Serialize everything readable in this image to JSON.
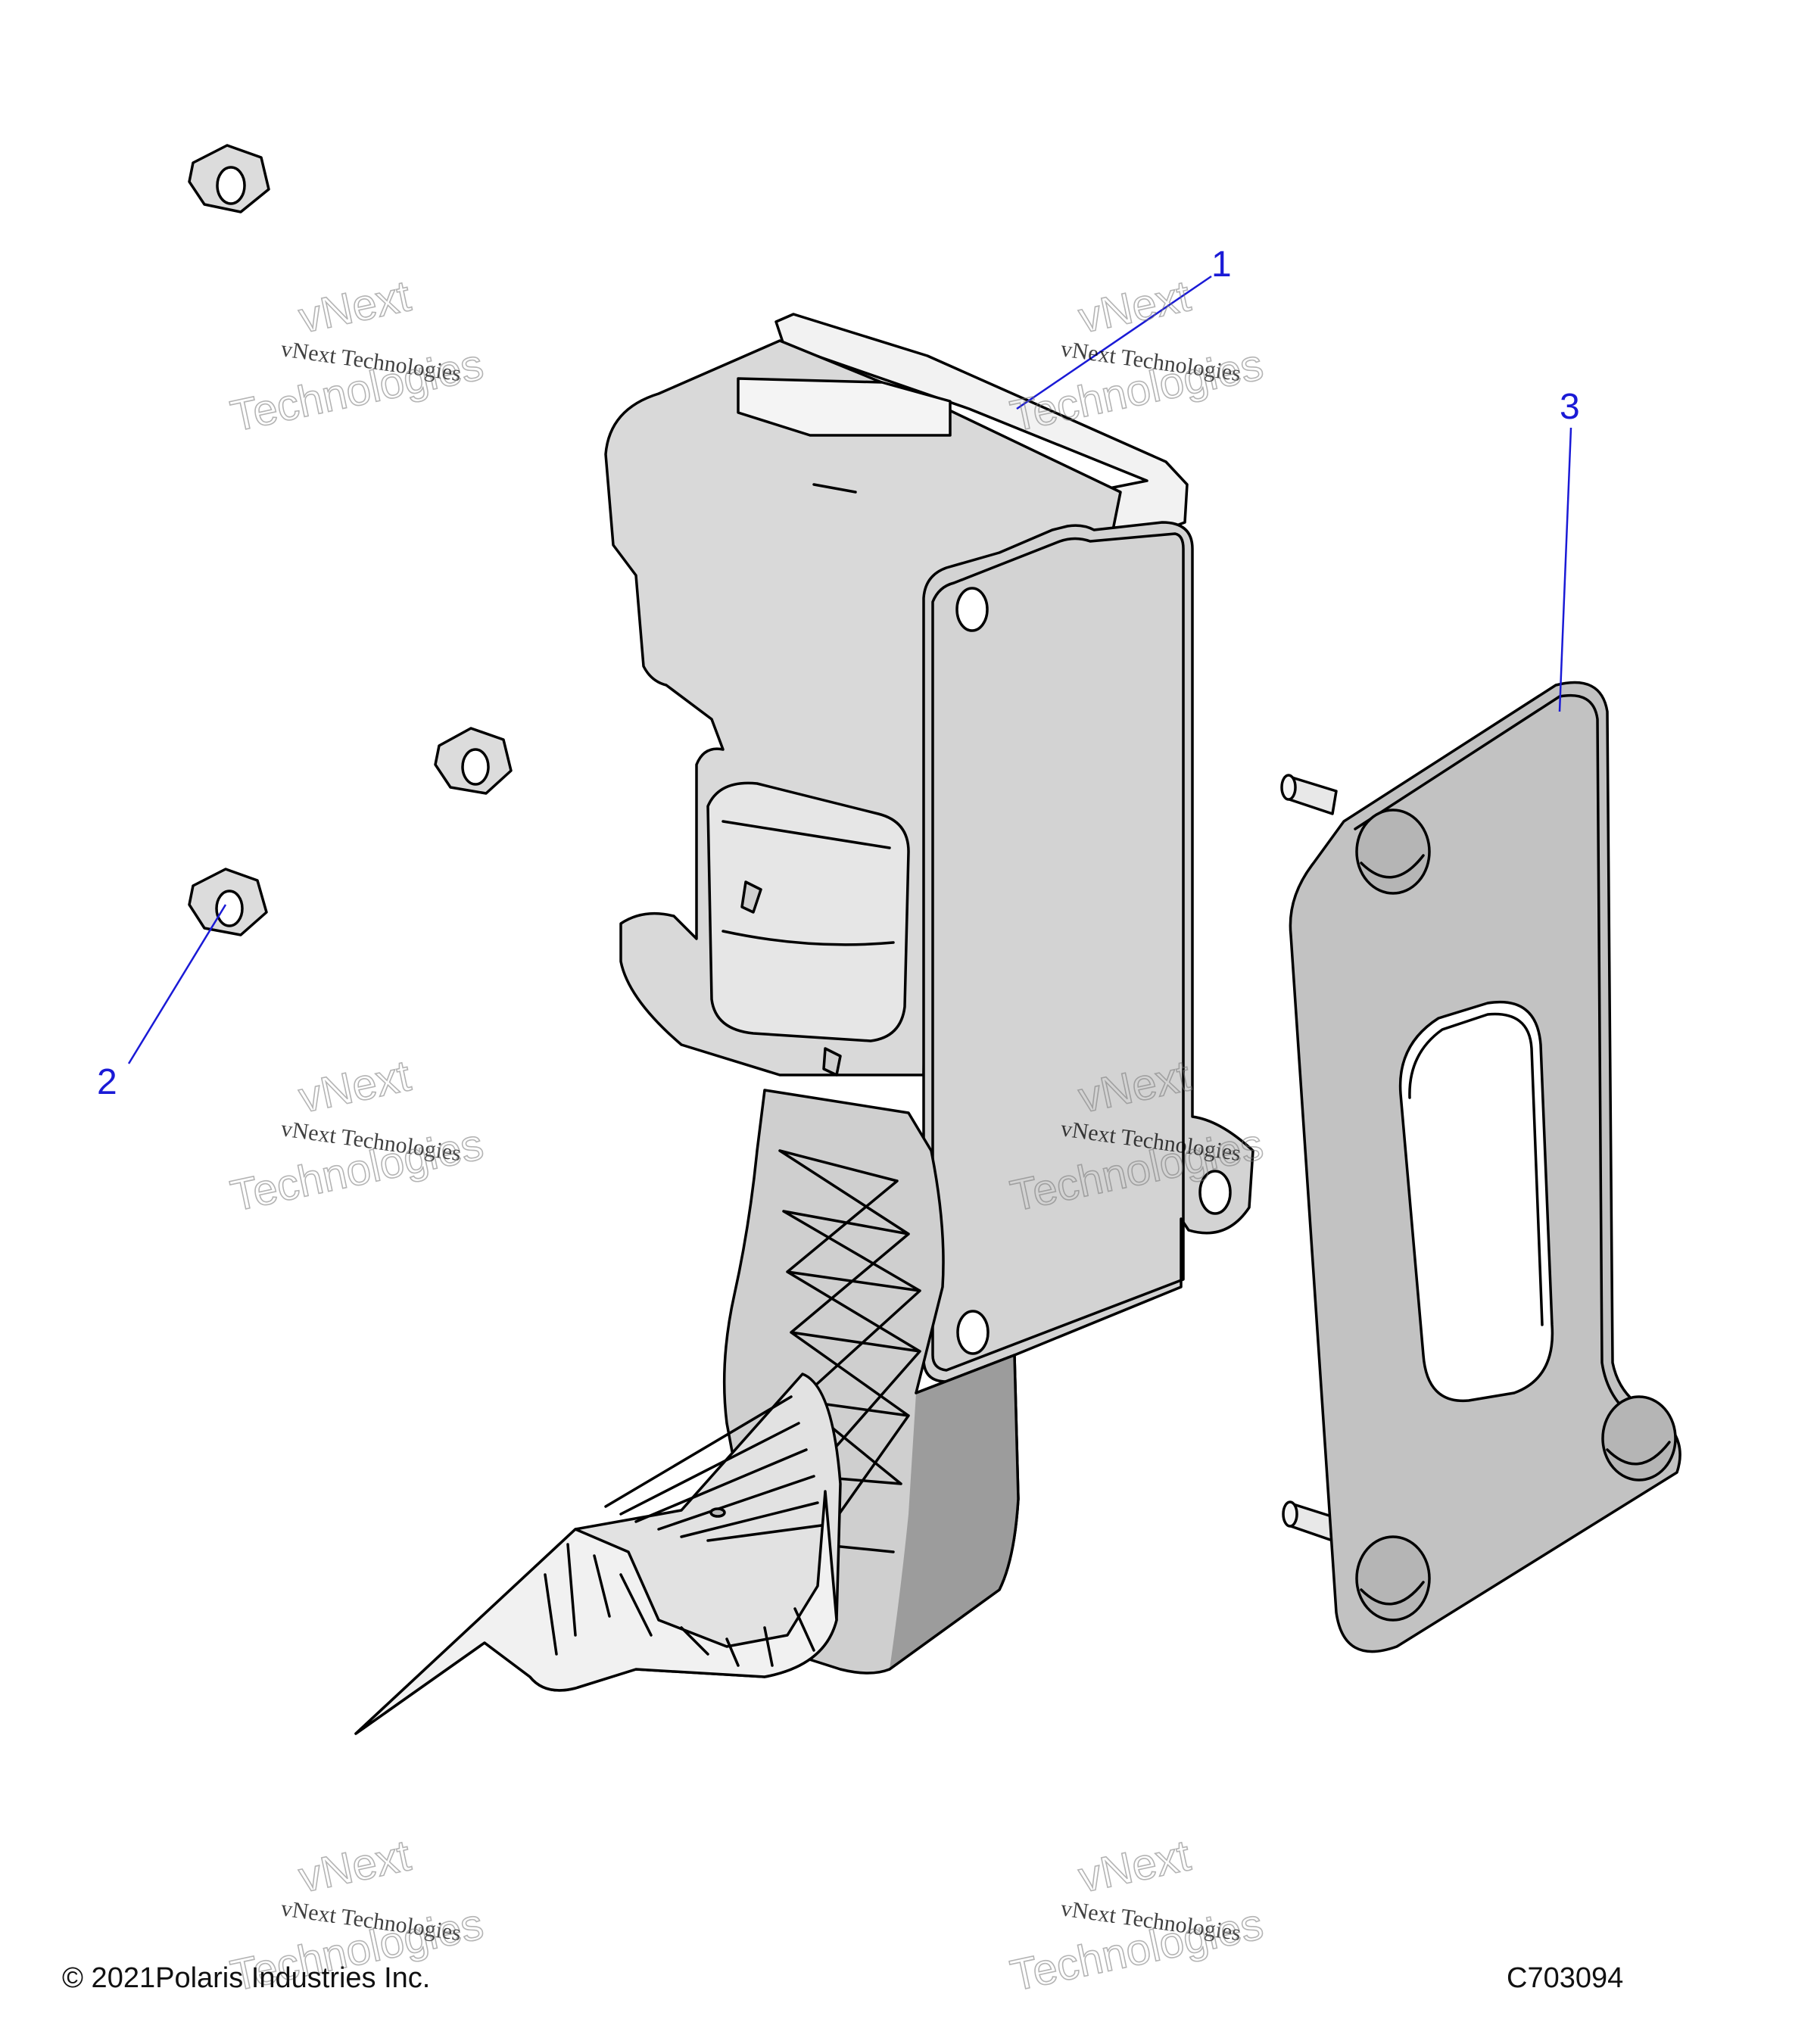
{
  "diagram": {
    "callouts": [
      "1",
      "2",
      "3"
    ],
    "copyright": "© 2021Polaris Industries Inc.",
    "figure_code": "C703094",
    "watermark": {
      "line1": "vNext",
      "line2": "vNext Technologies",
      "line3": "Technologies"
    },
    "colors": {
      "leader": "#1a1ad6",
      "part_fill": "#d6d6d6",
      "part_dark": "#9c9c9c",
      "plate_fill": "#c2c2c2"
    }
  }
}
